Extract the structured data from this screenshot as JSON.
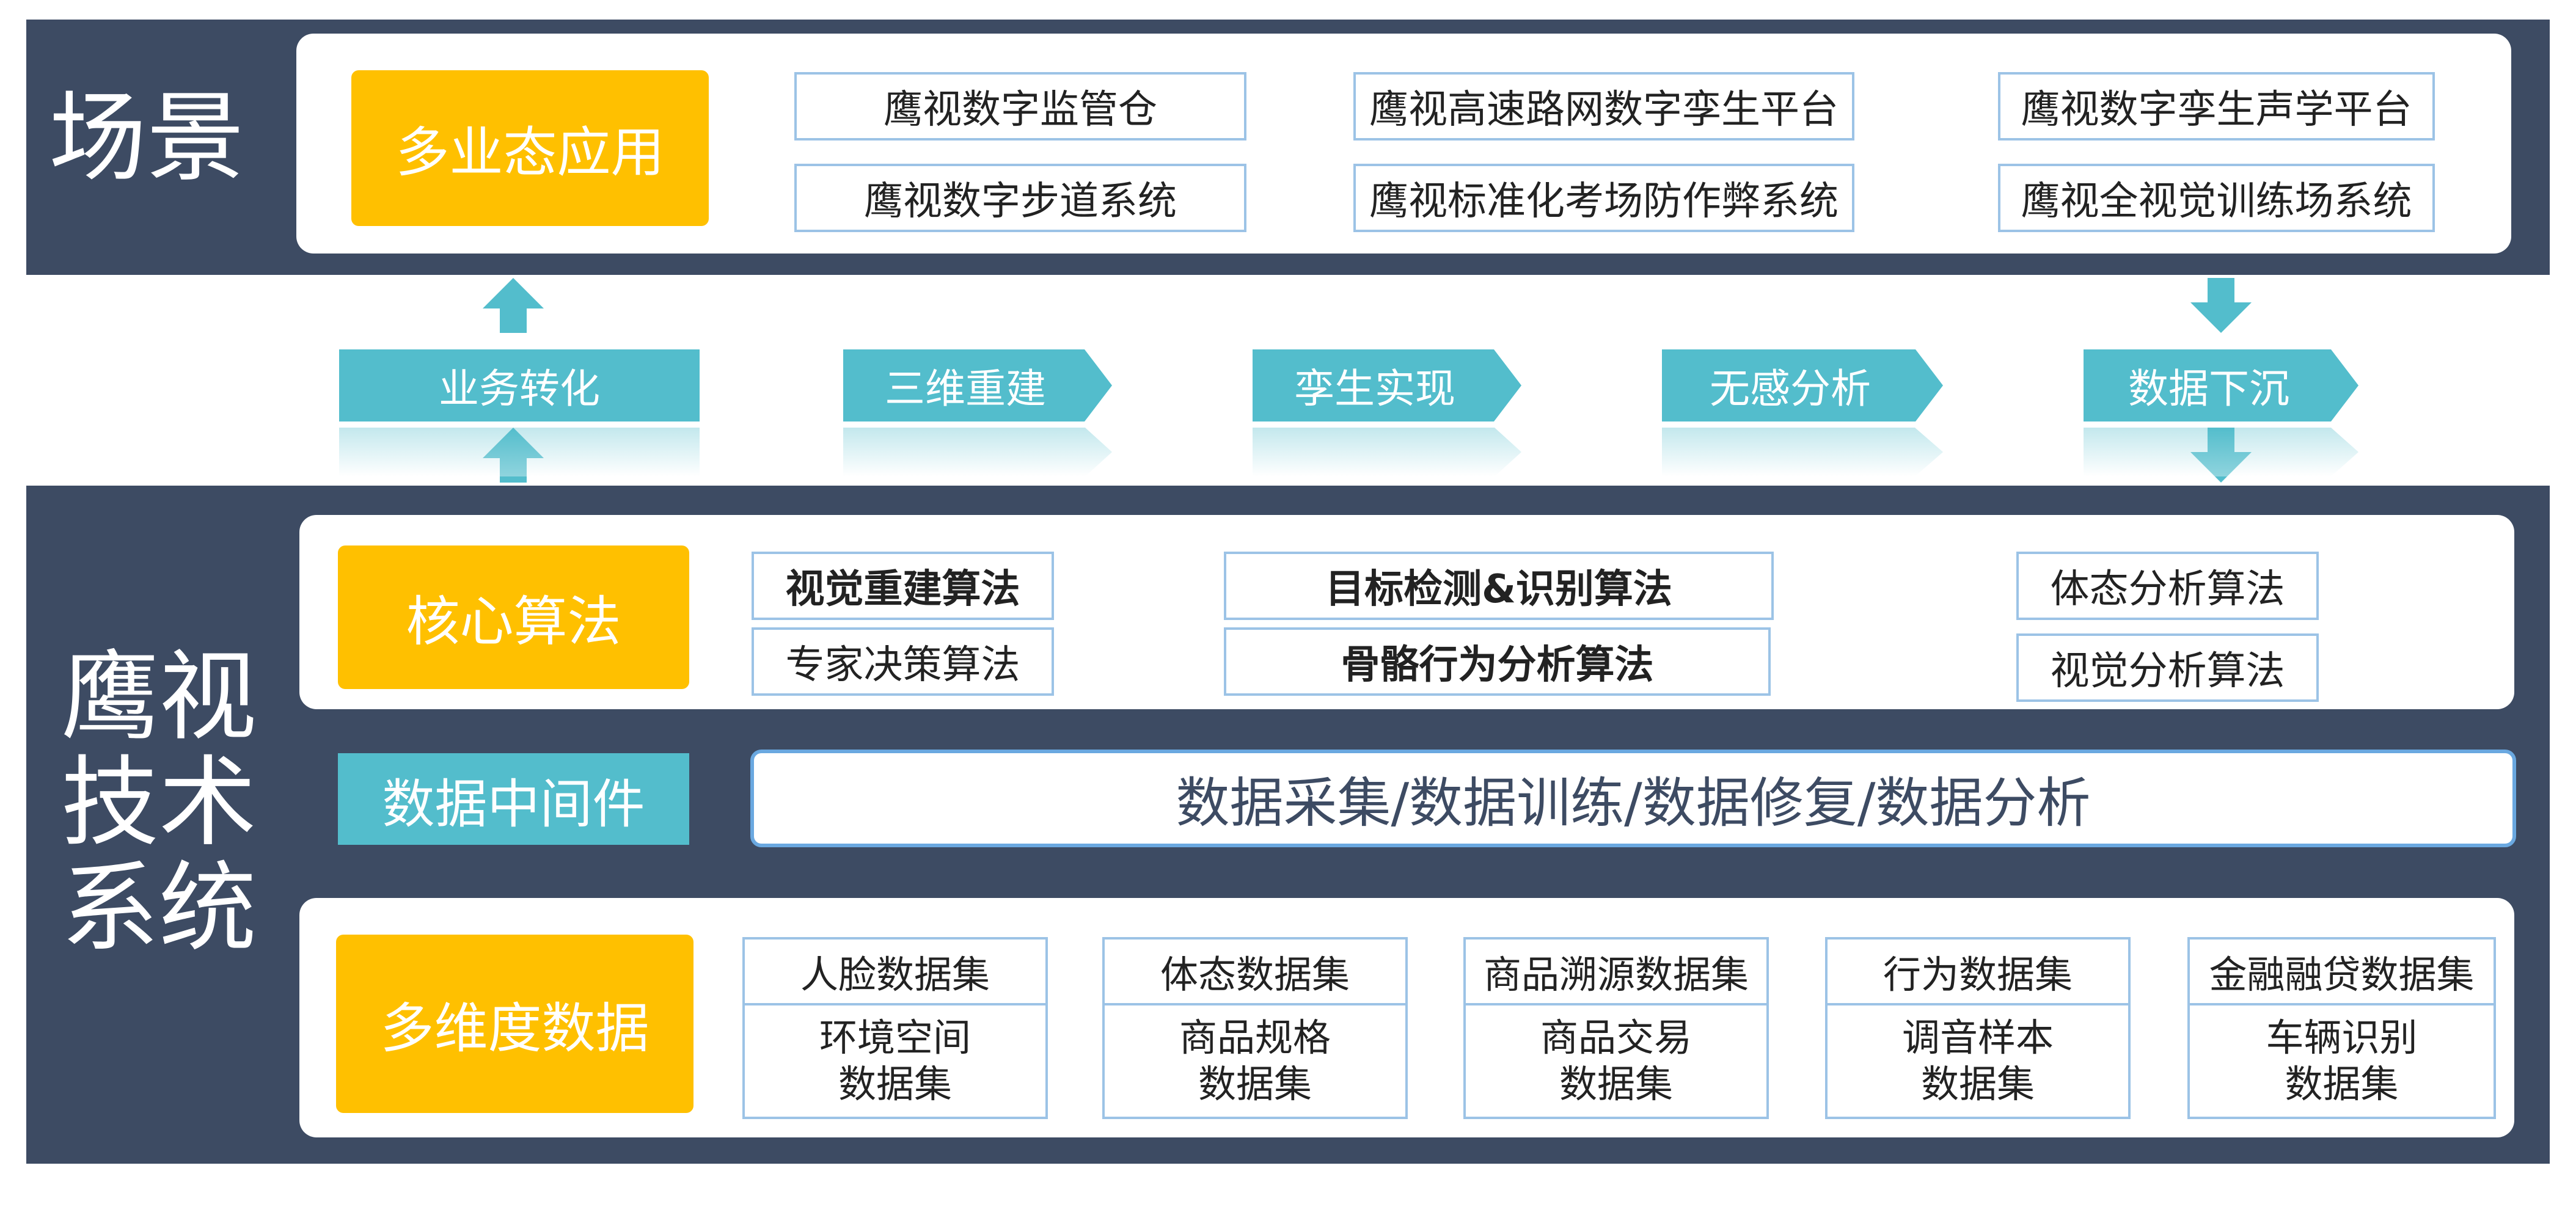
{
  "scene": {
    "title": "场景",
    "category": "多业态应用",
    "apps": [
      "鹰视数字监管仓",
      "鹰视高速路网数字孪生平台",
      "鹰视数字孪生声学平台",
      "鹰视数字步道系统",
      "鹰视标准化考场防作弊系统",
      "鹰视全视觉训练场系统"
    ]
  },
  "process": {
    "steps": [
      "业务转化",
      "三维重建",
      "孪生实现",
      "无感分析",
      "数据下沉"
    ]
  },
  "system": {
    "title_lines": [
      "鹰视",
      "技术",
      "系统"
    ],
    "algorithms": {
      "label": "核心算法",
      "items": [
        "视觉重建算法",
        "专家决策算法",
        "目标检测&识别算法",
        "骨骼行为分析算法",
        "体态分析算法",
        "视觉分析算法"
      ]
    },
    "middleware": {
      "label": "数据中间件",
      "content": "数据采集/数据训练/数据修复/数据分析"
    },
    "data": {
      "label": "多维度数据",
      "datasets": [
        {
          "name": "人脸数据集",
          "desc_lines": [
            "环境空间",
            "数据集"
          ]
        },
        {
          "name": "体态数据集",
          "desc_lines": [
            "商品规格",
            "数据集"
          ]
        },
        {
          "name": "商品溯源数据集",
          "desc_lines": [
            "商品交易",
            "数据集"
          ]
        },
        {
          "name": "行为数据集",
          "desc_lines": [
            "调音样本",
            "数据集"
          ]
        },
        {
          "name": "金融融贷数据集",
          "desc_lines": [
            "车辆识别",
            "数据集"
          ]
        }
      ]
    }
  },
  "colors": {
    "band": "#3d4b63",
    "accent_yellow": "#ffc000",
    "teal": "#53bdcc",
    "box_border": "#9cc3e6"
  }
}
